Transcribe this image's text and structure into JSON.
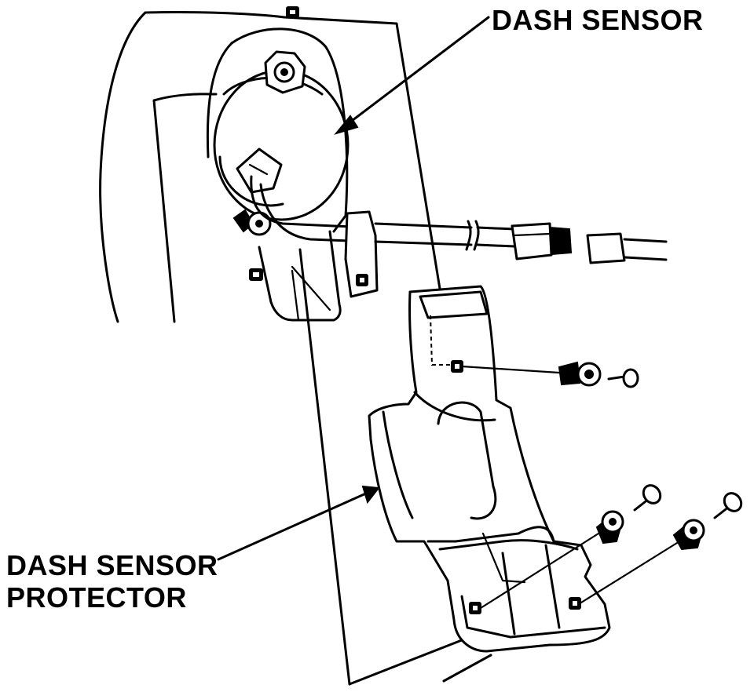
{
  "labels": {
    "dash_sensor": "DASH SENSOR",
    "protector_line1": "DASH SENSOR",
    "protector_line2": "PROTECTOR"
  }
}
